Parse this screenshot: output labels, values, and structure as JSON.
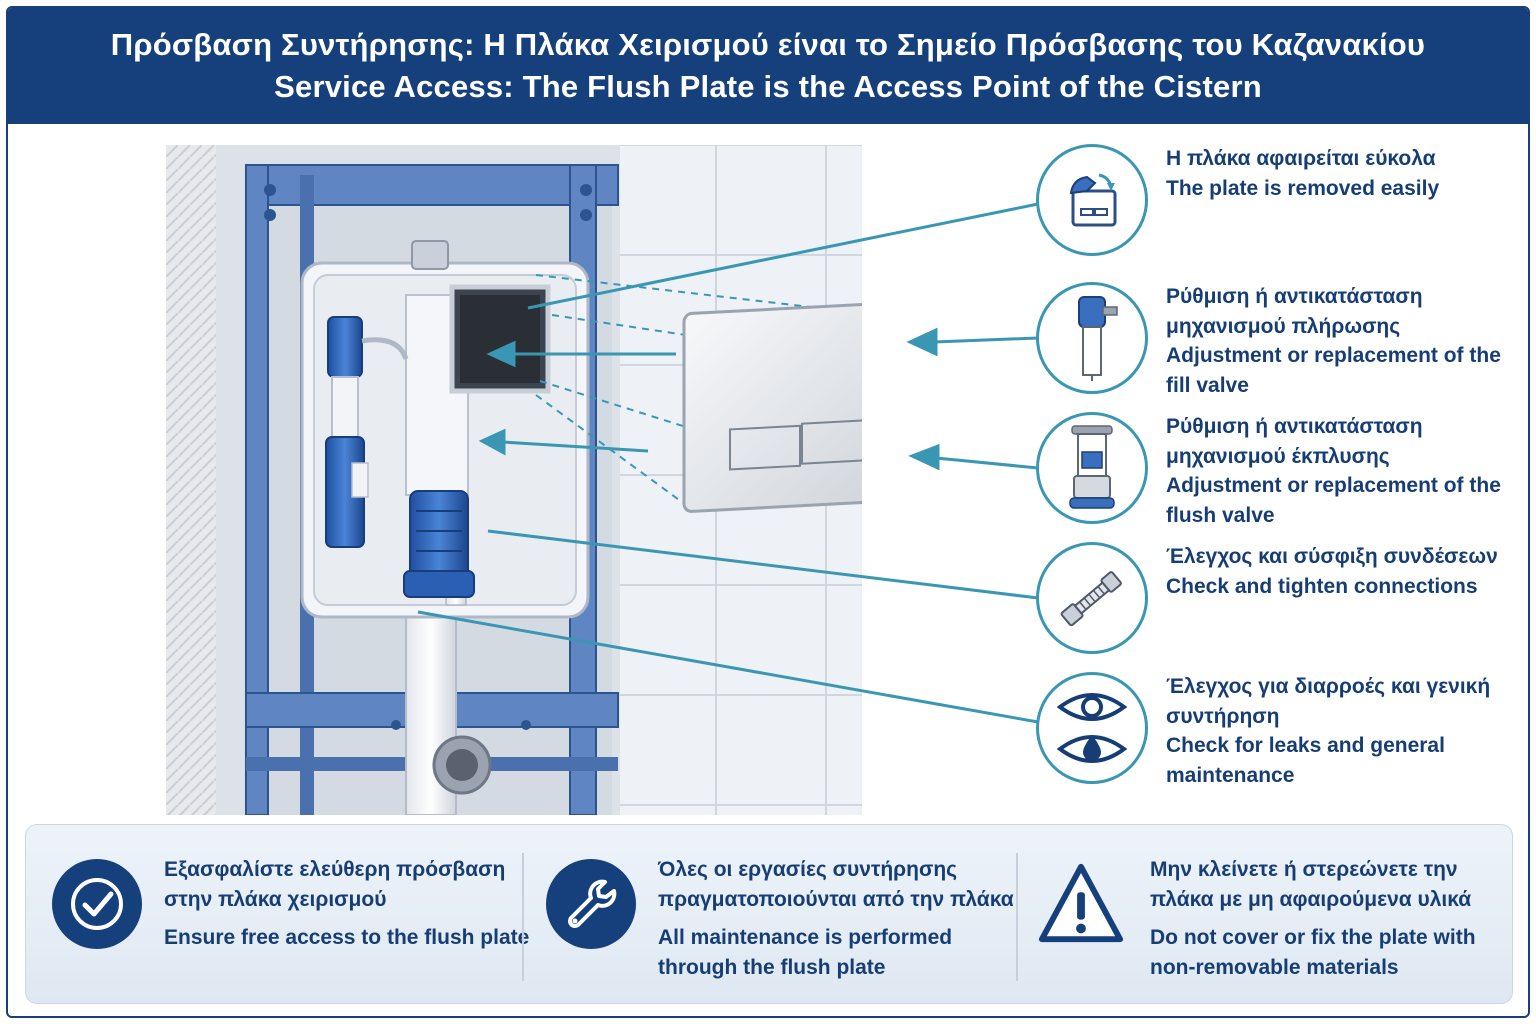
{
  "header": {
    "title_gr": "Πρόσβαση Συντήρησης: Η Πλάκα Χειρισμού είναι το Σημείο Πρόσβασης του Καζανακίου",
    "title_en": "Service Access: The Flush Plate is the Access Point of the Cistern"
  },
  "callouts": [
    {
      "icon": "hand-removing-plate-icon",
      "gr": "Η πλάκα αφαιρείται εύκολα",
      "en": "The plate is removed easily"
    },
    {
      "icon": "fill-valve-icon",
      "gr": "Ρύθμιση ή αντικατάσταση μηχανισμού πλήρωσης",
      "en": "Adjustment or replacement of the fill valve"
    },
    {
      "icon": "flush-valve-icon",
      "gr": "Ρύθμιση ή αντικατάσταση μηχανισμού έκπλυσης",
      "en": "Adjustment or replacement of the flush valve"
    },
    {
      "icon": "hose-connector-icon",
      "gr": "Έλεγχος και σύσφιξη συνδέσεων",
      "en": "Check and tighten connections"
    },
    {
      "icon": "eye-and-drop-icon",
      "gr": "Έλεγχος για διαρροές και γενική συντήρηση",
      "en": "Check for leaks and general maintenance"
    }
  ],
  "tips": [
    {
      "icon": "checkmark-icon",
      "gr": "Εξασφαλίστε ελεύθερη πρόσβαση στην πλάκα χειρισμού",
      "en": "Ensure free access to the flush plate"
    },
    {
      "icon": "wrench-icon",
      "gr": "Όλες οι εργασίες συντήρησης πραγματοποιούνται από την πλάκα",
      "en": "All maintenance is performed through the flush plate"
    },
    {
      "icon": "warning-triangle-icon",
      "gr": "Μην κλείνετε ή στερεώνετε την πλάκα με μη αφαιρούμενα υλικά",
      "en": "Do not cover or fix the plate with non-removable materials"
    }
  ],
  "colors": {
    "header_bg": "#16407c",
    "text_primary": "#173e74",
    "accent_teal": "#3a97b3",
    "frame_blue": "#4f78b6",
    "valve_blue": "#2e63b8"
  }
}
